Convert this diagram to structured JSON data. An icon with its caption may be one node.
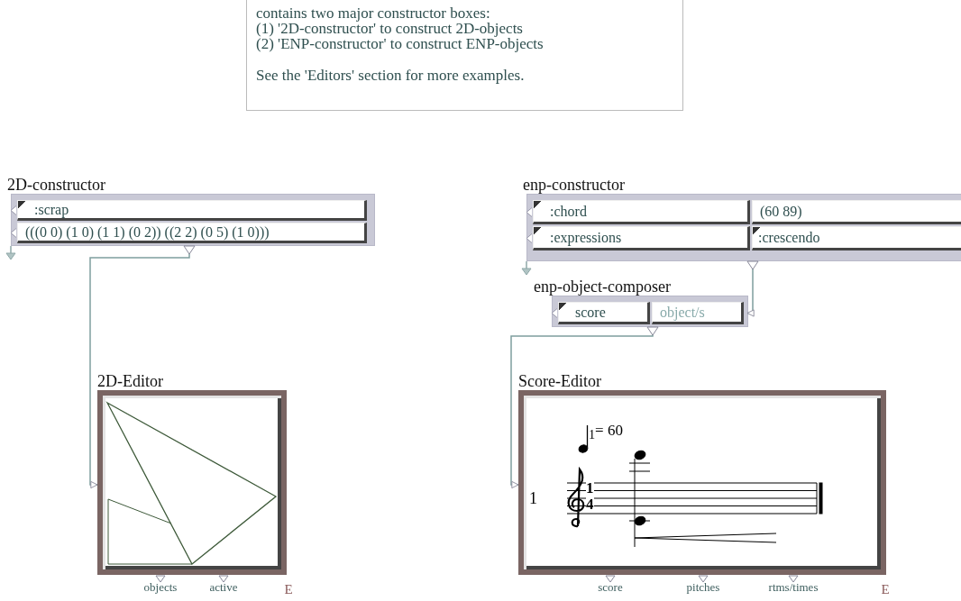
{
  "diagram": {
    "nodes": [
      {
        "text": [
          "contains two major constructor boxes:",
          "(1) '2D-constructor' to construct 2D-objects",
          "(2) 'ENP-constructor' to construct ENP-objects",
          "See the 'Editors' section for more examples."
        ]
      },
      {
        "text": [
          "2D-constructor"
        ]
      },
      {
        "text": [
          ":scrap"
        ],
        "in": 1
      },
      {
        "text": [
          "(((0 0) (1 0) (1 1) (0 2)) ((2 2) (0 5) (1 0)))"
        ],
        "in": 1
      },
      {
        "text": [
          "enp-constructor"
        ]
      },
      {
        "text": [
          ":chord"
        ],
        "in": 4
      },
      {
        "text": [
          "(60 89)"
        ],
        "in": 4
      },
      {
        "text": [
          ":expressions"
        ],
        "in": 4
      },
      {
        "text": [
          ":crescendo"
        ],
        "in": 4
      },
      {
        "text": [
          "enp-object-composer"
        ]
      },
      {
        "text": [
          "score"
        ],
        "in": 9
      },
      {
        "text": [
          "object/s"
        ],
        "in": 9
      },
      {
        "text": [
          "2D-Editor"
        ],
        "beside": [
          "objects",
          "active",
          "E"
        ]
      },
      {
        "text": [
          "Score-Editor"
        ],
        "beside": [
          "score",
          "pitches",
          "rtms/times",
          "E"
        ]
      }
    ],
    "edges": [
      {
        "from": 1,
        "to": 12,
        "arrow": "to"
      },
      {
        "from": 4,
        "to": 11,
        "arrow": "to"
      },
      {
        "from": 9,
        "to": 13,
        "arrow": "to"
      }
    ],
    "labels": [
      "$_{1}$= 60",
      "1",
      "1",
      "4"
    ]
  }
}
